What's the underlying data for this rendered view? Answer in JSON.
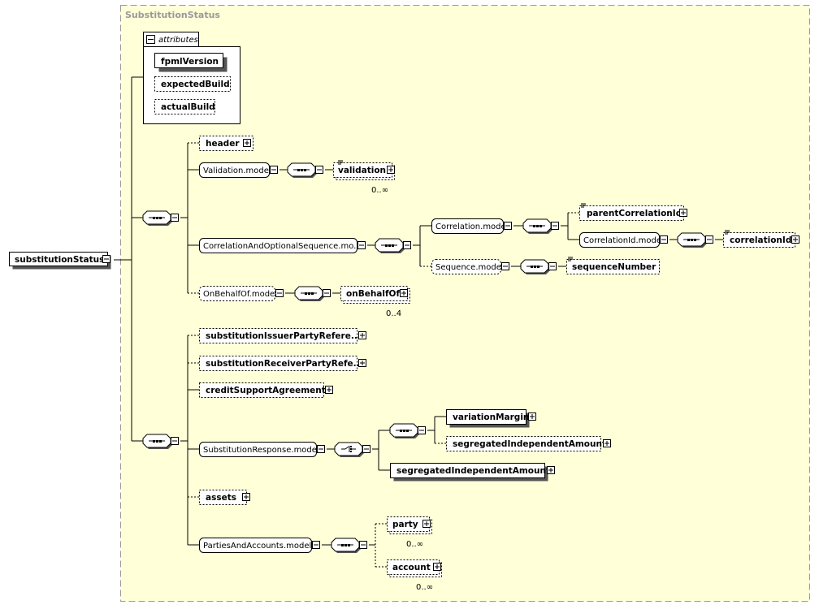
{
  "colors": {
    "group_background": "#FFFFD8",
    "group_border": "#999999",
    "box_fill": "#FFFFFF",
    "line": "#000000"
  },
  "root": {
    "label": "substitutionStatus"
  },
  "group": {
    "title": "SubstitutionStatus"
  },
  "attributes": {
    "title": "attributes",
    "items": [
      "fpmlVersion",
      "expectedBuild",
      "actualBuild"
    ]
  },
  "first_sequence": {
    "header": "header",
    "validation_model": "Validation.model",
    "validation": "validation",
    "validation_card": "0..∞",
    "correlation_seq_model": "CorrelationAndOptionalSequence.mo...",
    "correlation_model": "Correlation.model",
    "parent_correlation_id": "parentCorrelationId",
    "correlation_id_model": "CorrelationId.model",
    "correlation_id": "correlationId",
    "sequence_model": "Sequence.model",
    "sequence_number": "sequenceNumber",
    "on_behalf_of_model": "OnBehalfOf.model",
    "on_behalf_of": "onBehalfOf",
    "on_behalf_of_card": "0..4"
  },
  "second_sequence": {
    "issuer_party_ref": "substitutionIssuerPartyRefere...",
    "receiver_party_ref": "substitutionReceiverPartyRefe...",
    "credit_support_agreement": "creditSupportAgreement",
    "substitution_response_model": "SubstitutionResponse.model",
    "variation_margin": "variationMargin",
    "segregated_amount_optional": "segregatedIndependentAmount",
    "segregated_amount": "segregatedIndependentAmount",
    "assets": "assets",
    "parties_accounts_model": "PartiesAndAccounts.model",
    "party": "party",
    "party_card": "0..∞",
    "account": "account",
    "account_card": "0..∞"
  }
}
